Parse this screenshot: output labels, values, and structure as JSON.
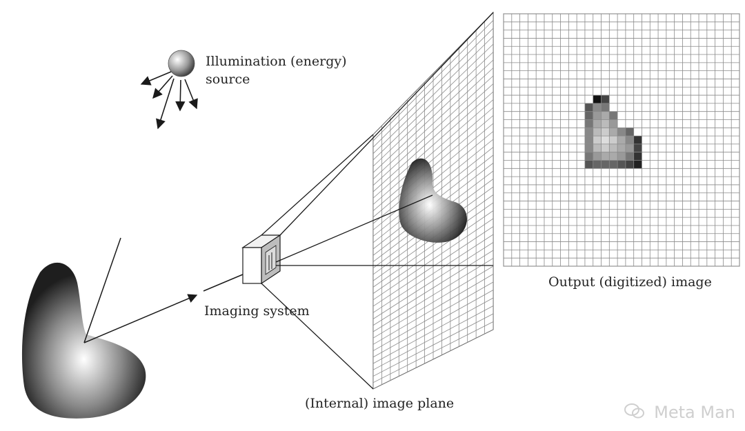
{
  "labels": {
    "illumination_line1": "Illumination (energy)",
    "illumination_line2": "source",
    "imaging_system": "Imaging system",
    "internal_plane": "(Internal) image plane",
    "output_image": "Output (digitized) image"
  },
  "watermark": {
    "text": "Meta Man",
    "icon": "wechat-icon"
  },
  "colors": {
    "line": "#1a1a1a",
    "grid": "#8a8a8a",
    "watermark": "#cfcfcf"
  }
}
